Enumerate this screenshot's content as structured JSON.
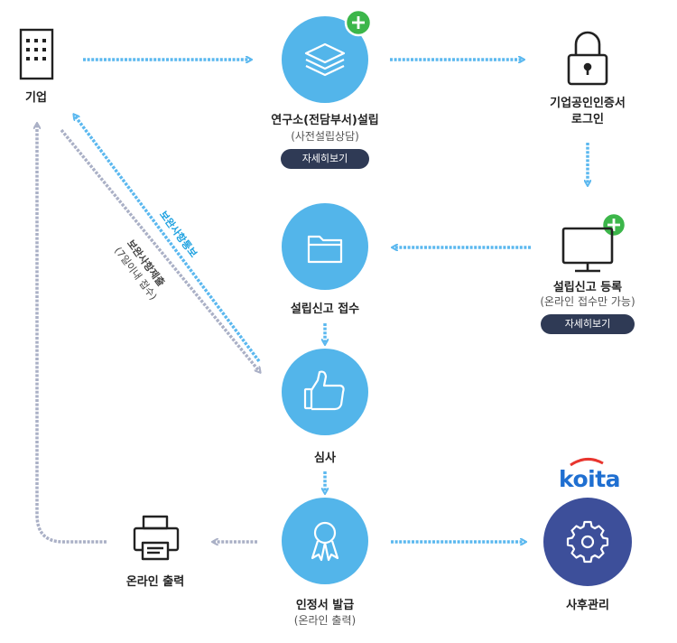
{
  "nodes": {
    "company": {
      "label": "기업"
    },
    "institute": {
      "label": "연구소(전담부서)설립",
      "sub": "(사전설립상담)",
      "button": "자세히보기"
    },
    "cert_login": {
      "label_line1": "기업공인인증서",
      "label_line2": "로그인"
    },
    "apply": {
      "label": "설립신고 등록",
      "sub": "(온라인 접수만 가능)",
      "button": "자세히보기"
    },
    "receipt": {
      "label": "설립신고 접수"
    },
    "review": {
      "label": "심사"
    },
    "issue": {
      "label": "인정서 발급",
      "sub": "(온라인 출력)"
    },
    "print": {
      "label": "온라인 출력"
    },
    "aftercare": {
      "label": "사후관리"
    }
  },
  "edge_labels": {
    "supplement_request": "보완사항통보",
    "supplement_submit_line1": "보완사항제출",
    "supplement_submit_line2": "(7일이내 접수)"
  },
  "brand": {
    "logo_text": "koita"
  },
  "colors": {
    "circle": "#53b5ea",
    "arrow": "#5bb8ef",
    "arrow_gray": "#aab0c6",
    "pill": "#2f3a55",
    "plus": "#3cb64a",
    "aftercare": "#3d4f9a",
    "logo": "#1f6fd1",
    "logo_accent": "#e8352e"
  },
  "icons": [
    "building-icon",
    "layers-icon",
    "lock-icon",
    "monitor-icon",
    "folder-icon",
    "thumbs-up-icon",
    "award-icon",
    "printer-icon",
    "gear-icon",
    "plus-icon"
  ]
}
